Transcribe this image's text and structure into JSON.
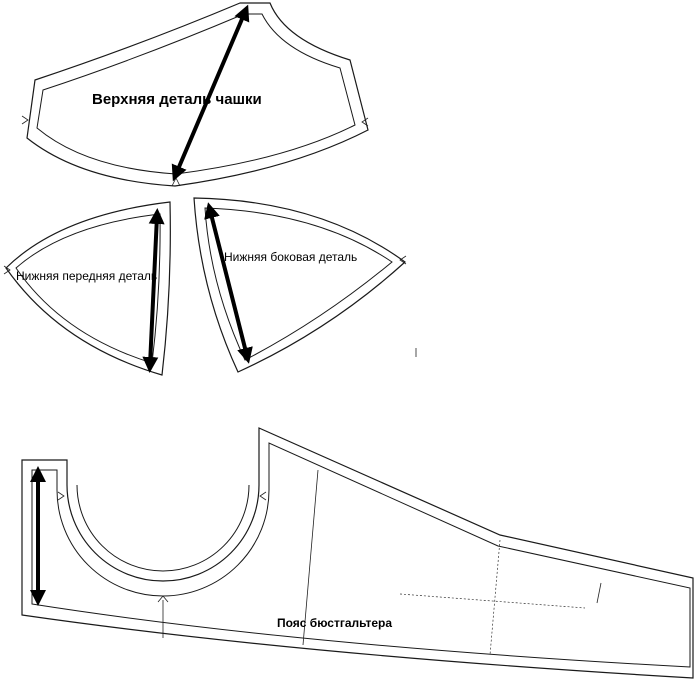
{
  "pieces": {
    "top_cup": {
      "label": "Верхняя деталь чашки"
    },
    "lower_front": {
      "label": "Нижняя передняя деталь"
    },
    "lower_side": {
      "label": "Нижняя боковая деталь"
    },
    "band": {
      "label": "Пояс бюстгальтера"
    }
  },
  "colors": {
    "line": "#1a1a1a",
    "grainline": "#000000",
    "background": "#ffffff"
  }
}
